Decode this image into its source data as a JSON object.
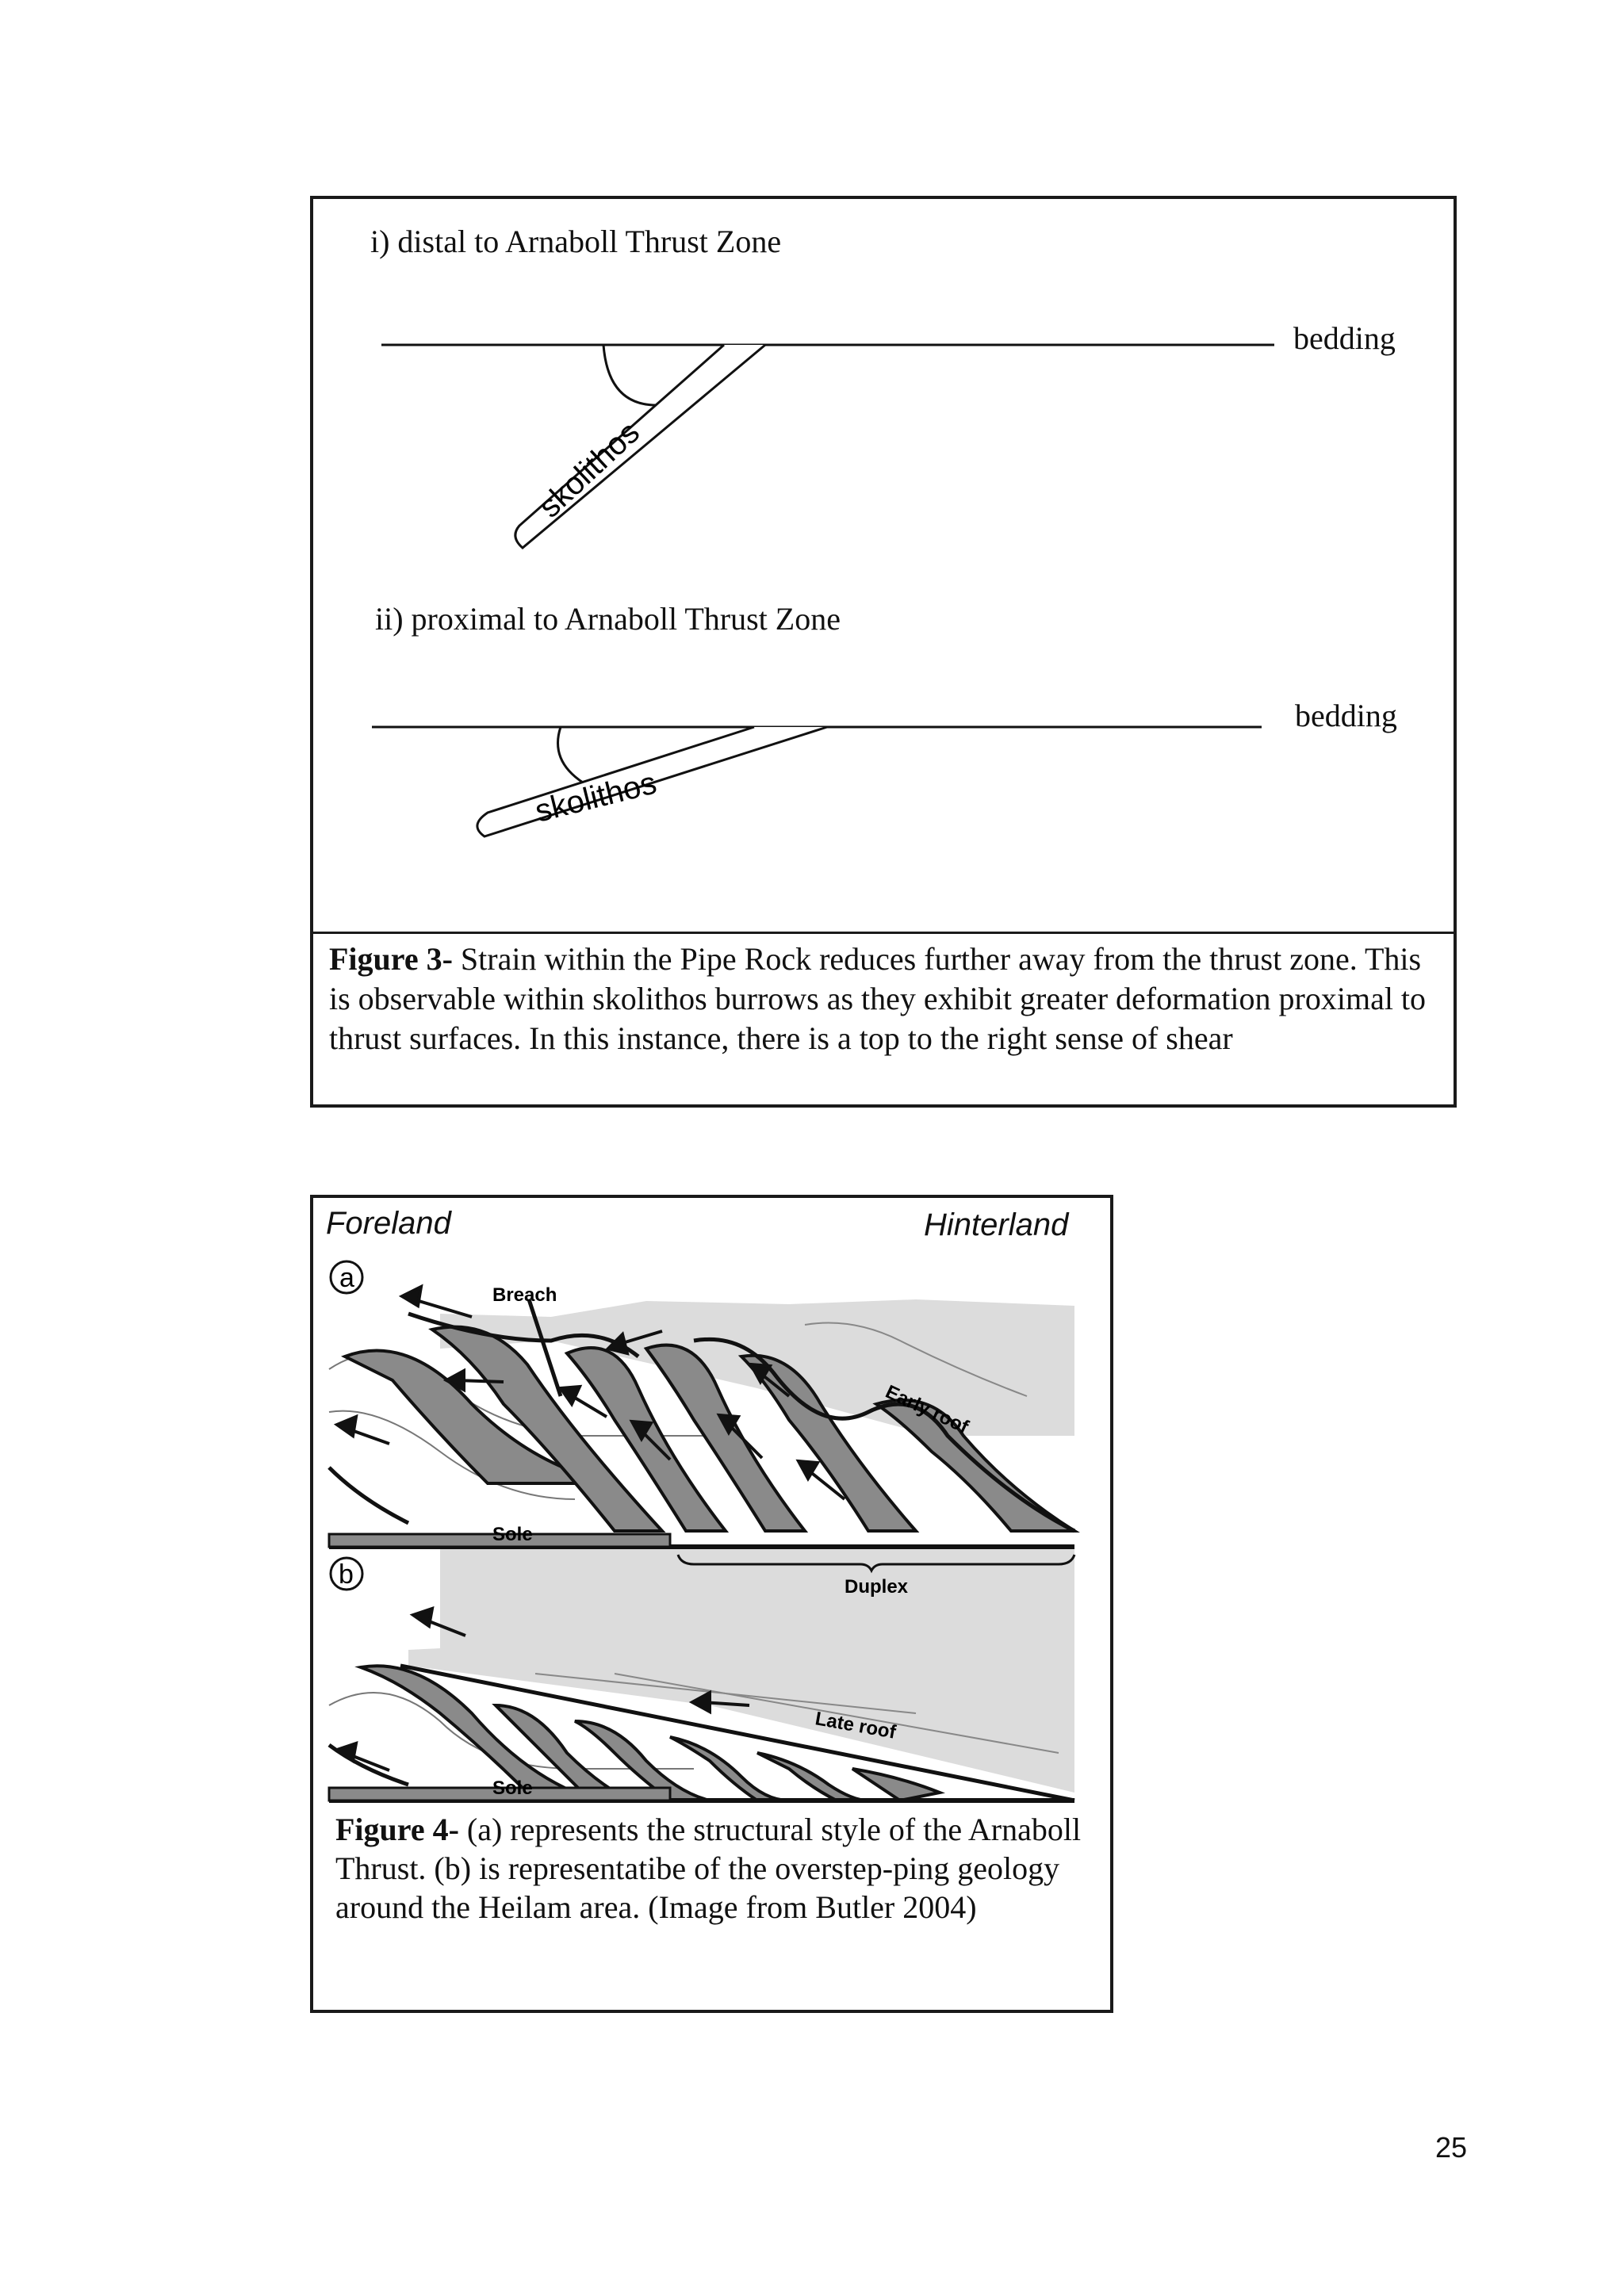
{
  "figure3": {
    "panel1_title": "i) distal to Arnaboll Thrust Zone",
    "panel1_bedding": "bedding",
    "panel1_burrow": "skolithos",
    "panel2_title": "ii) proximal to Arnaboll Thrust Zone",
    "panel2_bedding": "bedding",
    "panel2_burrow": "skolithos",
    "caption_label": "Figure 3-",
    "caption_text": " Strain within the Pipe Rock reduces further away from the thrust zone. This is observable within skolithos burrows as they exhibit greater deformation proximal to thrust surfaces. In this instance, there is a top to the right sense of shear"
  },
  "figure4": {
    "foreland": "Foreland",
    "hinterland": "Hinterland",
    "panel_a": "a",
    "panel_b": "b",
    "breach": "Breach",
    "early_roof": "Early roof",
    "sole_a": "Sole",
    "duplex": "Duplex",
    "late_roof": "Late roof",
    "sole_b": "Sole",
    "caption_label": "Figure 4-",
    "caption_text": " (a) represents the structural style of the Arnaboll Thrust. (b) is representatibe of the overstep-ping geology around the Heilam area. (Image from Butler 2004)"
  },
  "page_number": "25"
}
